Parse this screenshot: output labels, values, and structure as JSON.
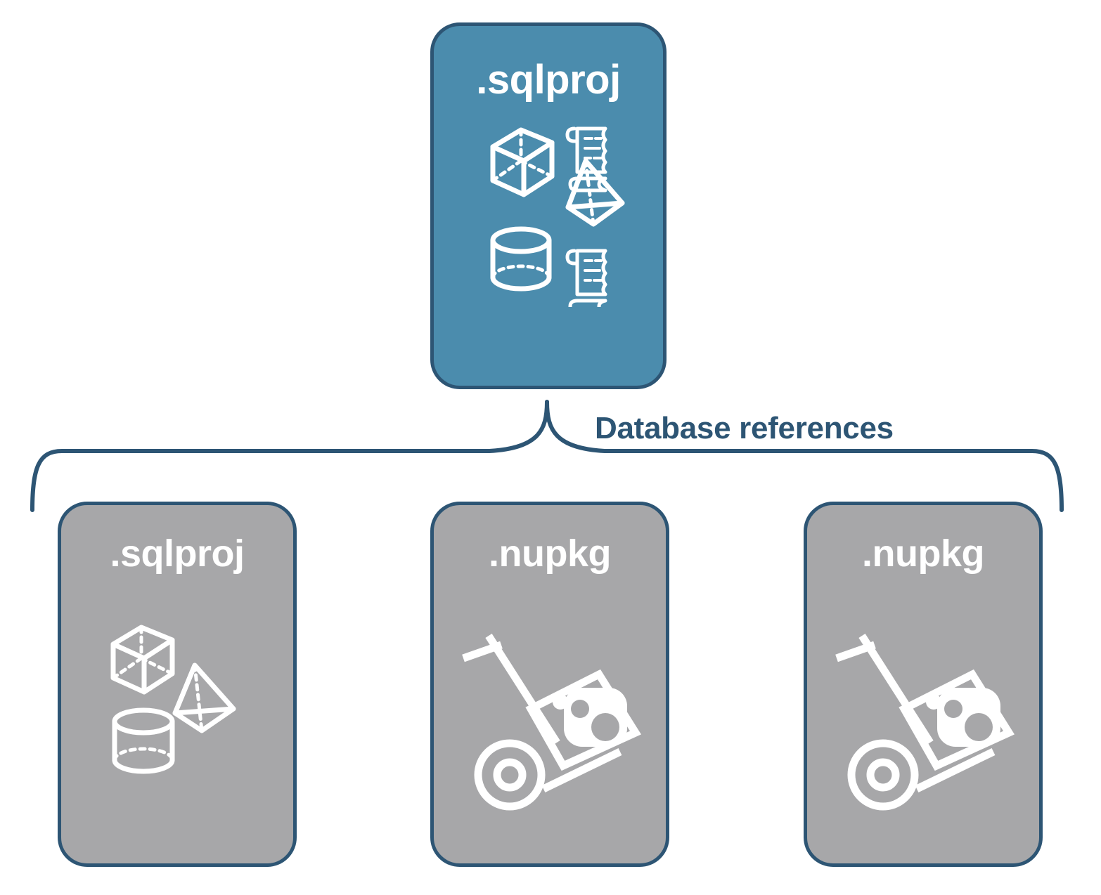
{
  "diagram": {
    "title_text": "Database references",
    "colors": {
      "accent_blue": "#4b8cad",
      "outline_navy": "#2d5574",
      "node_gray": "#a7a7a9",
      "icon_white": "#ffffff",
      "background": "#ffffff"
    },
    "root": {
      "label": ".sqlproj",
      "fill": "blue",
      "icons": [
        "cube-icon",
        "pyramid-icon",
        "cylinder-icon",
        "script-scroll-icon",
        "script-scroll-icon"
      ]
    },
    "connector": {
      "label": "Database references",
      "kind": "curly-brace",
      "from": ".sqlproj",
      "to": [
        ".sqlproj",
        ".nupkg",
        ".nupkg"
      ]
    },
    "references": [
      {
        "label": ".sqlproj",
        "fill": "gray",
        "icons": [
          "cube-icon",
          "pyramid-icon",
          "cylinder-icon"
        ]
      },
      {
        "label": ".nupkg",
        "fill": "gray",
        "icons": [
          "package-hand-truck-icon"
        ]
      },
      {
        "label": ".nupkg",
        "fill": "gray",
        "icons": [
          "package-hand-truck-icon"
        ]
      }
    ]
  }
}
